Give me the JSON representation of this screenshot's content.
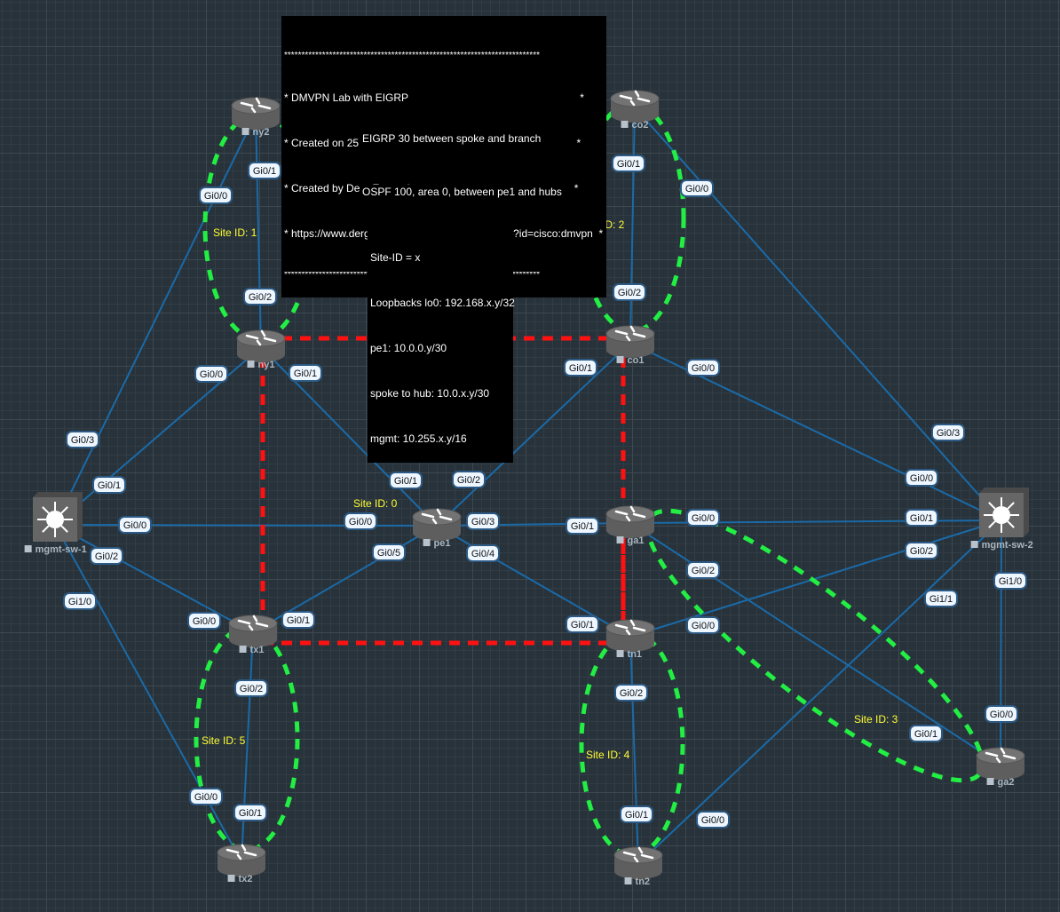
{
  "banner": {
    "lines": [
      "**************************************************************************",
      "* DMVPN Lab with EIGRP                                                          *",
      "* Created on 25 DEC 2021                                                        *",
      "* Created by Derg Enterprises                                                  *",
      "* https://www.dergenterprises.com/wiki/doku.php?id=cisco:dmvpn  *",
      "**************************************************************************"
    ]
  },
  "legend": {
    "eigrp": "EIGRP 30 between spoke and branch",
    "ospf": "OSPF 100, area 0, between pe1 and hubs",
    "eigrp_color": "#22ee44",
    "ospf_color": "#ff1111"
  },
  "addressing": {
    "lines": [
      "Site-ID = x",
      "Loopbacks lo0: 192.168.x.y/32",
      "pe1: 10.0.0.y/30",
      "spoke to hub: 10.0.x.y/30",
      "mgmt: 10.255.x.y/16"
    ]
  },
  "colors": {
    "link": "#1a6aa8",
    "eigrp": "#22ee44",
    "ospf": "#ff1111",
    "site_label": "#ffff33"
  },
  "nodes": [
    {
      "id": "ny2",
      "label": "ny2",
      "type": "router"
    },
    {
      "id": "ny1",
      "label": "ny1",
      "type": "router"
    },
    {
      "id": "co2",
      "label": "co2",
      "type": "router"
    },
    {
      "id": "co1",
      "label": "co1",
      "type": "router"
    },
    {
      "id": "pe1",
      "label": "pe1",
      "type": "router"
    },
    {
      "id": "ga1",
      "label": "ga1",
      "type": "router"
    },
    {
      "id": "tn1",
      "label": "tn1",
      "type": "router"
    },
    {
      "id": "tx1",
      "label": "tx1",
      "type": "router"
    },
    {
      "id": "tx2",
      "label": "tx2",
      "type": "router"
    },
    {
      "id": "tn2",
      "label": "tn2",
      "type": "router"
    },
    {
      "id": "ga2",
      "label": "ga2",
      "type": "router"
    },
    {
      "id": "mgmt-sw-1",
      "label": "mgmt-sw-1",
      "type": "switch"
    },
    {
      "id": "mgmt-sw-2",
      "label": "mgmt-sw-2",
      "type": "switch"
    }
  ],
  "links": [
    {
      "a": "ny2",
      "ai": "Gi0/1",
      "b": "ny1",
      "bi": "Gi0/2"
    },
    {
      "a": "ny2",
      "ai": "Gi0/0",
      "b": "mgmt-sw-1",
      "bi": "Gi0/3"
    },
    {
      "a": "ny1",
      "ai": "Gi0/0",
      "b": "mgmt-sw-1",
      "bi": "Gi0/1"
    },
    {
      "a": "ny1",
      "ai": "Gi0/1",
      "b": "pe1",
      "bi": "Gi0/1"
    },
    {
      "a": "co2",
      "ai": "Gi0/1",
      "b": "co1",
      "bi": "Gi0/2"
    },
    {
      "a": "co2",
      "ai": "Gi0/0",
      "b": "mgmt-sw-2",
      "bi": "Gi0/3"
    },
    {
      "a": "co1",
      "ai": "Gi0/1",
      "b": "pe1",
      "bi": "Gi0/2"
    },
    {
      "a": "co1",
      "ai": "Gi0/0",
      "b": "mgmt-sw-2",
      "bi": "Gi0/0"
    },
    {
      "a": "mgmt-sw-1",
      "ai": "Gi0/0",
      "b": "pe1",
      "bi": "Gi0/0"
    },
    {
      "a": "pe1",
      "ai": "Gi0/3",
      "b": "ga1",
      "bi": "Gi0/1"
    },
    {
      "a": "ga1",
      "ai": "Gi0/0",
      "b": "mgmt-sw-2",
      "bi": "Gi0/1"
    },
    {
      "a": "pe1",
      "ai": "Gi0/4",
      "b": "tn1",
      "bi": "Gi0/1"
    },
    {
      "a": "pe1",
      "ai": "Gi0/5",
      "b": "tx1",
      "bi": "Gi0/1"
    },
    {
      "a": "mgmt-sw-1",
      "ai": "Gi0/2",
      "b": "tx1",
      "bi": "Gi0/0"
    },
    {
      "a": "mgmt-sw-1",
      "ai": "Gi1/0",
      "b": "tx2",
      "bi": "Gi0/0"
    },
    {
      "a": "tx1",
      "ai": "Gi0/2",
      "b": "tx2",
      "bi": "Gi0/1"
    },
    {
      "a": "tn1",
      "ai": "Gi0/2",
      "b": "tn2",
      "bi": "Gi0/1"
    },
    {
      "a": "tn1",
      "ai": "Gi0/0",
      "b": "mgmt-sw-2",
      "bi": "Gi0/2"
    },
    {
      "a": "ga1",
      "ai": "Gi0/2",
      "b": "ga2",
      "bi": "Gi0/1"
    },
    {
      "a": "mgmt-sw-2",
      "ai": "Gi1/0",
      "b": "ga2",
      "bi": "Gi0/0"
    },
    {
      "a": "mgmt-sw-2",
      "ai": "Gi1/1",
      "b": "tn2",
      "bi": "Gi0/0"
    }
  ],
  "ospf_links": [
    [
      "ny1",
      "co1"
    ],
    [
      "ny1",
      "tx1"
    ],
    [
      "co1",
      "ga1"
    ],
    [
      "ga1",
      "tn1"
    ],
    [
      "tx1",
      "tn1"
    ]
  ],
  "sites": [
    {
      "label": "Site ID: 0"
    },
    {
      "label": "Site ID: 1"
    },
    {
      "label": "Site ID: 2"
    },
    {
      "label": "Site ID: 3"
    },
    {
      "label": "Site ID: 4"
    },
    {
      "label": "Site ID: 5"
    }
  ]
}
